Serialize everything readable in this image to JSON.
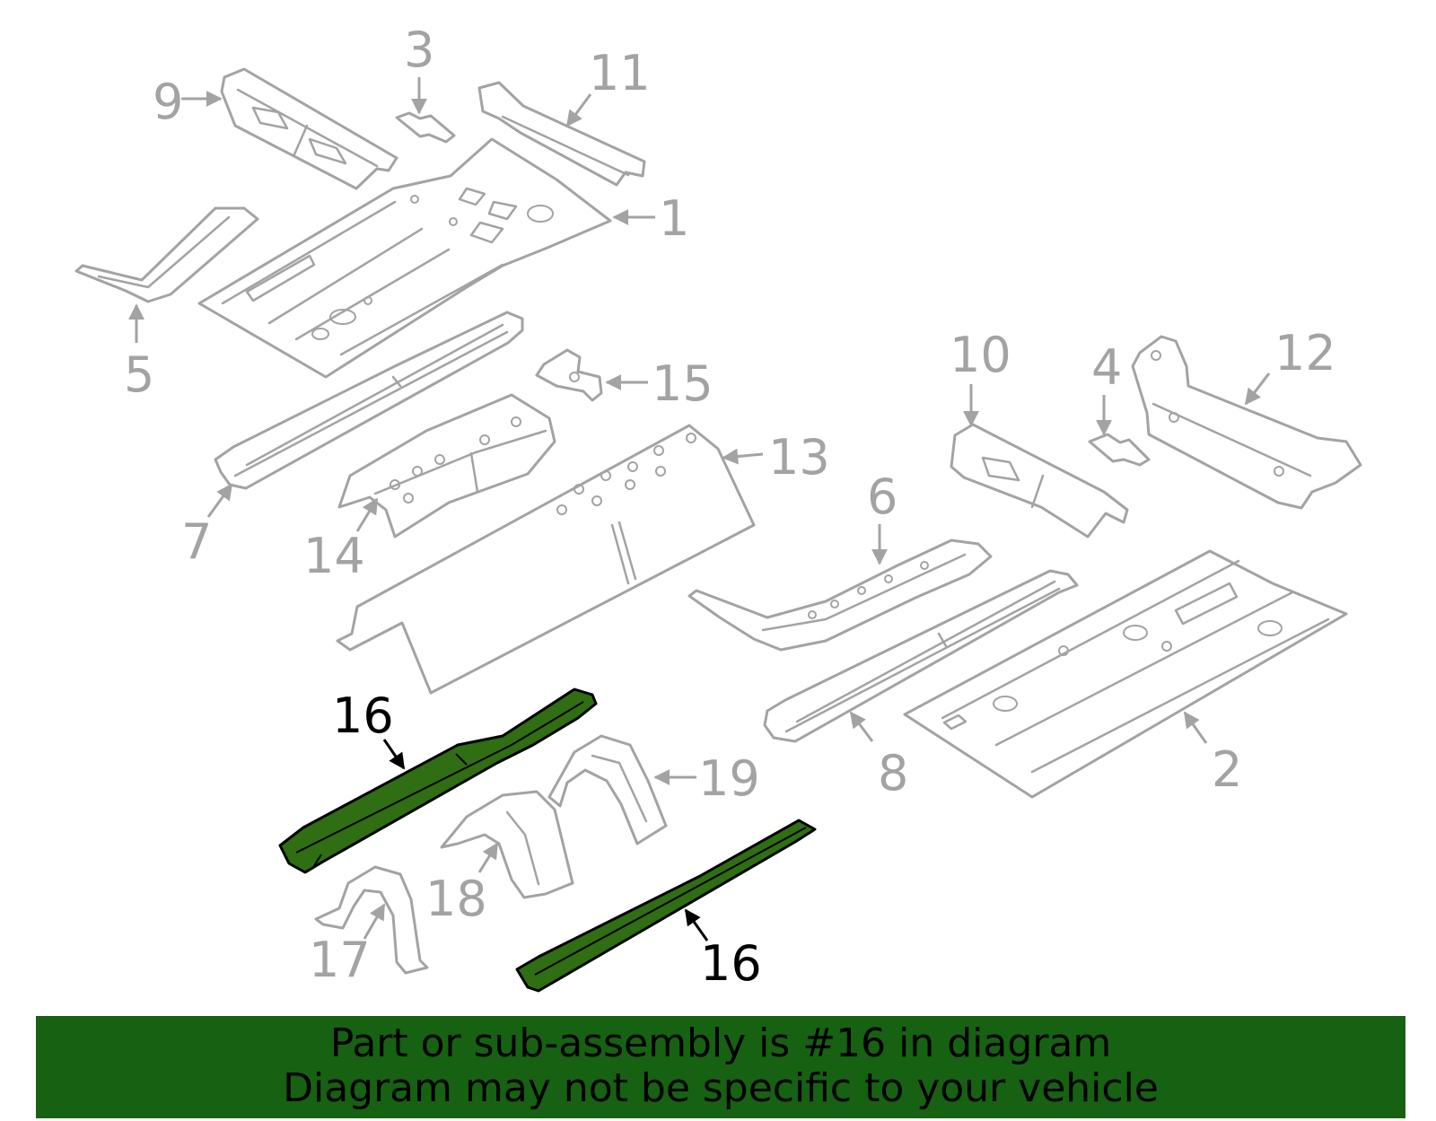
{
  "diagram": {
    "callouts": {
      "c1": "1",
      "c2": "2",
      "c3": "3",
      "c4": "4",
      "c5": "5",
      "c6": "6",
      "c7": "7",
      "c8": "8",
      "c9": "9",
      "c10": "10",
      "c11": "11",
      "c12": "12",
      "c13": "13",
      "c14": "14",
      "c15": "15",
      "c16a": "16",
      "c16b": "16",
      "c17": "17",
      "c18": "18",
      "c19": "19"
    },
    "highlight_part": "16",
    "colors": {
      "part_outline": "#a3a3a3",
      "highlight_fill": "#2f6e12",
      "highlight_label": "#000000"
    }
  },
  "banner": {
    "line1": "Part or sub-assembly is #16 in diagram",
    "line2": "Diagram may not be specific to your vehicle",
    "color": "#176112"
  }
}
